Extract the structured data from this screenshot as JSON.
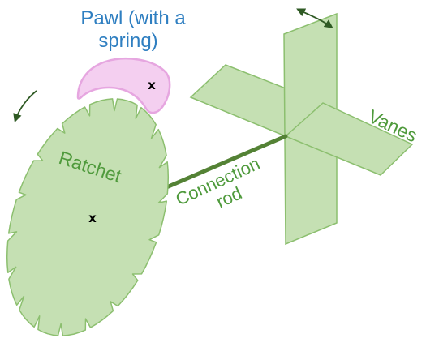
{
  "labels": {
    "pawl_line1": "Pawl (with a",
    "pawl_line2": "spring)",
    "ratchet": "Ratchet",
    "connection_line1": "Connection",
    "connection_line2": "rod",
    "vanes": "Vanes",
    "pivot_mark": "x"
  },
  "colors": {
    "part_fill": "#c5e0b3",
    "part_stroke": "#8cbf6f",
    "rod": "#548235",
    "pawl_fill": "#f4cff0",
    "pawl_stroke": "#e6a6e0",
    "arrow": "#2f5a24",
    "label_green": "#4f9a3c",
    "label_blue": "#2f7fc1"
  },
  "icons": {
    "ratchet_rotation": "curved-arrow-icon",
    "vane_rotation": "double-headed-curved-arrow-icon"
  }
}
